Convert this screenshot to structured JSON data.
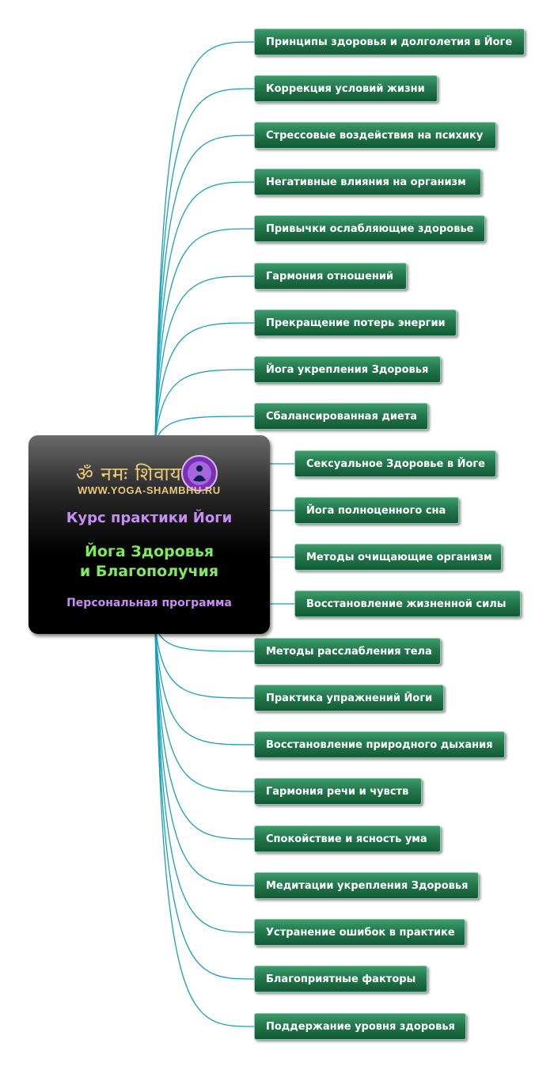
{
  "central": {
    "logo_text": "ॐ नमः शिवाय",
    "logo_url": "WWW.YOGA-SHAMBHU.RU",
    "course_title": "Курс практики Йоги",
    "title_line1": "Йога Здоровья",
    "title_line2": "и Благополучия",
    "subtitle": "Персональная программа"
  },
  "topics": [
    "Принципы здоровья и долголетия в Йоге",
    "Коррекция условий жизни",
    "Стрессовые воздействия на психику",
    "Негативные влияния на организм",
    "Привычки ослабляющие здоровье",
    "Гармония отношений",
    "Прекращение потерь энергии",
    "Йога укрепления Здоровья",
    "Сбалансированная диета",
    "Сексуальное Здоровье в Йоге",
    "Йога полноценного сна",
    "Методы очищающие организм",
    "Восстановление жизненной силы",
    "Методы расслабления тела",
    "Практика упражнений Йоги",
    "Восстановление природного дыхания",
    "Гармония речи и чувств",
    "Спокойствие и ясность ума",
    "Медитации укрепления Здоровья",
    "Устранение ошибок в практике",
    "Благоприятные факторы",
    "Поддержание уровня здоровья"
  ],
  "colors": {
    "connector": "#1aa0b4",
    "node_fill": "#1e6e45",
    "course_title": "#c68ef4",
    "main_title": "#7fea5c",
    "logo": "#e9c878"
  }
}
